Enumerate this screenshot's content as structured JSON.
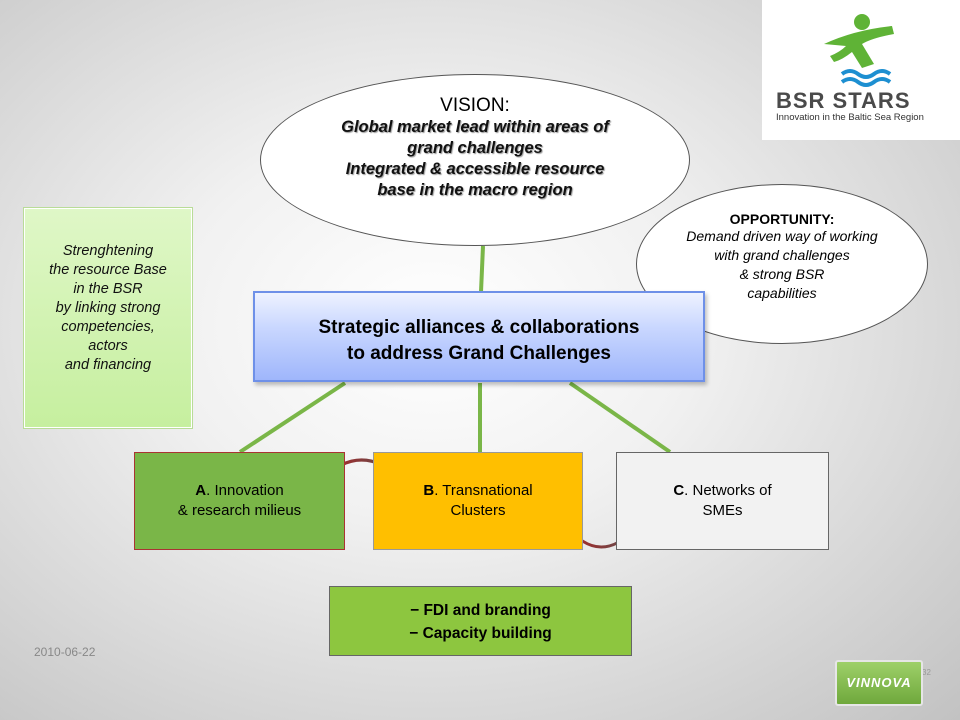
{
  "logo": {
    "title": "BSR STARS",
    "subtitle": "Innovation in the Baltic Sea Region"
  },
  "vision": {
    "title": "VISION:",
    "lines": [
      "Global market lead within areas of",
      "grand challenges",
      "Integrated & accessible resource",
      "base in the macro region"
    ]
  },
  "opportunity": {
    "title": "OPPORTUNITY:",
    "lines": [
      "Demand driven way of working",
      "with grand challenges",
      "& strong BSR",
      "capabilities"
    ]
  },
  "resource_box": {
    "lines": [
      "Strenghtening",
      "the resource Base",
      "in the BSR",
      "by linking strong",
      "competencies,",
      "actors",
      "and financing"
    ]
  },
  "center": {
    "lines": [
      "Strategic alliances & collaborations",
      "to address Grand Challenges"
    ]
  },
  "boxes": [
    {
      "letter": "A",
      "rest": ". Innovation",
      "line2": "& research milieus"
    },
    {
      "letter": "B",
      "rest": ". Transnational",
      "line2": "Clusters"
    },
    {
      "letter": "C",
      "rest": ". Networks of",
      "line2": "SMEs"
    }
  ],
  "fdi": {
    "lines": [
      "− FDI and branding",
      "− Capacity building"
    ]
  },
  "footer": {
    "date": "2010-06-22",
    "page": "32",
    "vinnova": "VINNOVA"
  },
  "colors": {
    "connector": "#7ab648",
    "arrow_start": "#b22222",
    "arrow_end": "#555555",
    "box_a": "#7ab648",
    "box_b": "#ffbf00",
    "box_c": "#f2f2f2",
    "fdi": "#8dc63f",
    "center_border": "#6e90e8"
  }
}
